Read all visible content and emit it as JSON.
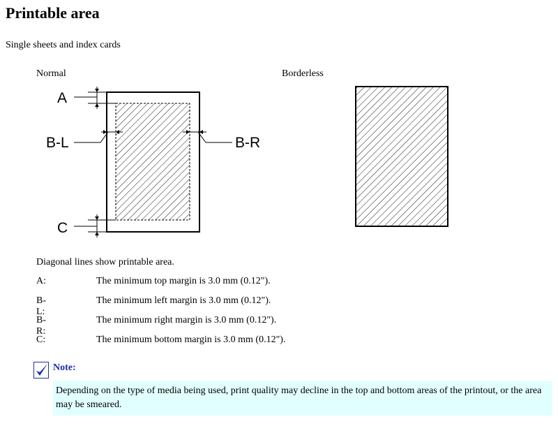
{
  "page": {
    "title": "Printable area",
    "subtitle": "Single sheets and index cards"
  },
  "figures": {
    "normal_label": "Normal",
    "borderless_label": "Borderless",
    "labels": {
      "a": "A",
      "bl": "B-L",
      "br": "B-R",
      "c": "C"
    }
  },
  "caption": "Diagonal lines show printable area.",
  "definitions": [
    {
      "term": "A:",
      "desc": "The minimum top margin is 3.0 mm (0.12\")."
    },
    {
      "term": "B-L:",
      "desc": "The minimum left margin is 3.0 mm (0.12\")."
    },
    {
      "term": "B-R:",
      "desc": "The minimum right margin is 3.0 mm (0.12\")."
    },
    {
      "term": "C:",
      "desc": "The minimum bottom margin is 3.0 mm (0.12\")."
    }
  ],
  "note": {
    "label": "Note:",
    "icon": "checkmark-icon",
    "text": "Depending on the type of media being used, print quality may decline in the top and bottom areas of the printout, or the area may be smeared.",
    "background": "#e2ffff",
    "label_color": "#1a2ea8"
  }
}
